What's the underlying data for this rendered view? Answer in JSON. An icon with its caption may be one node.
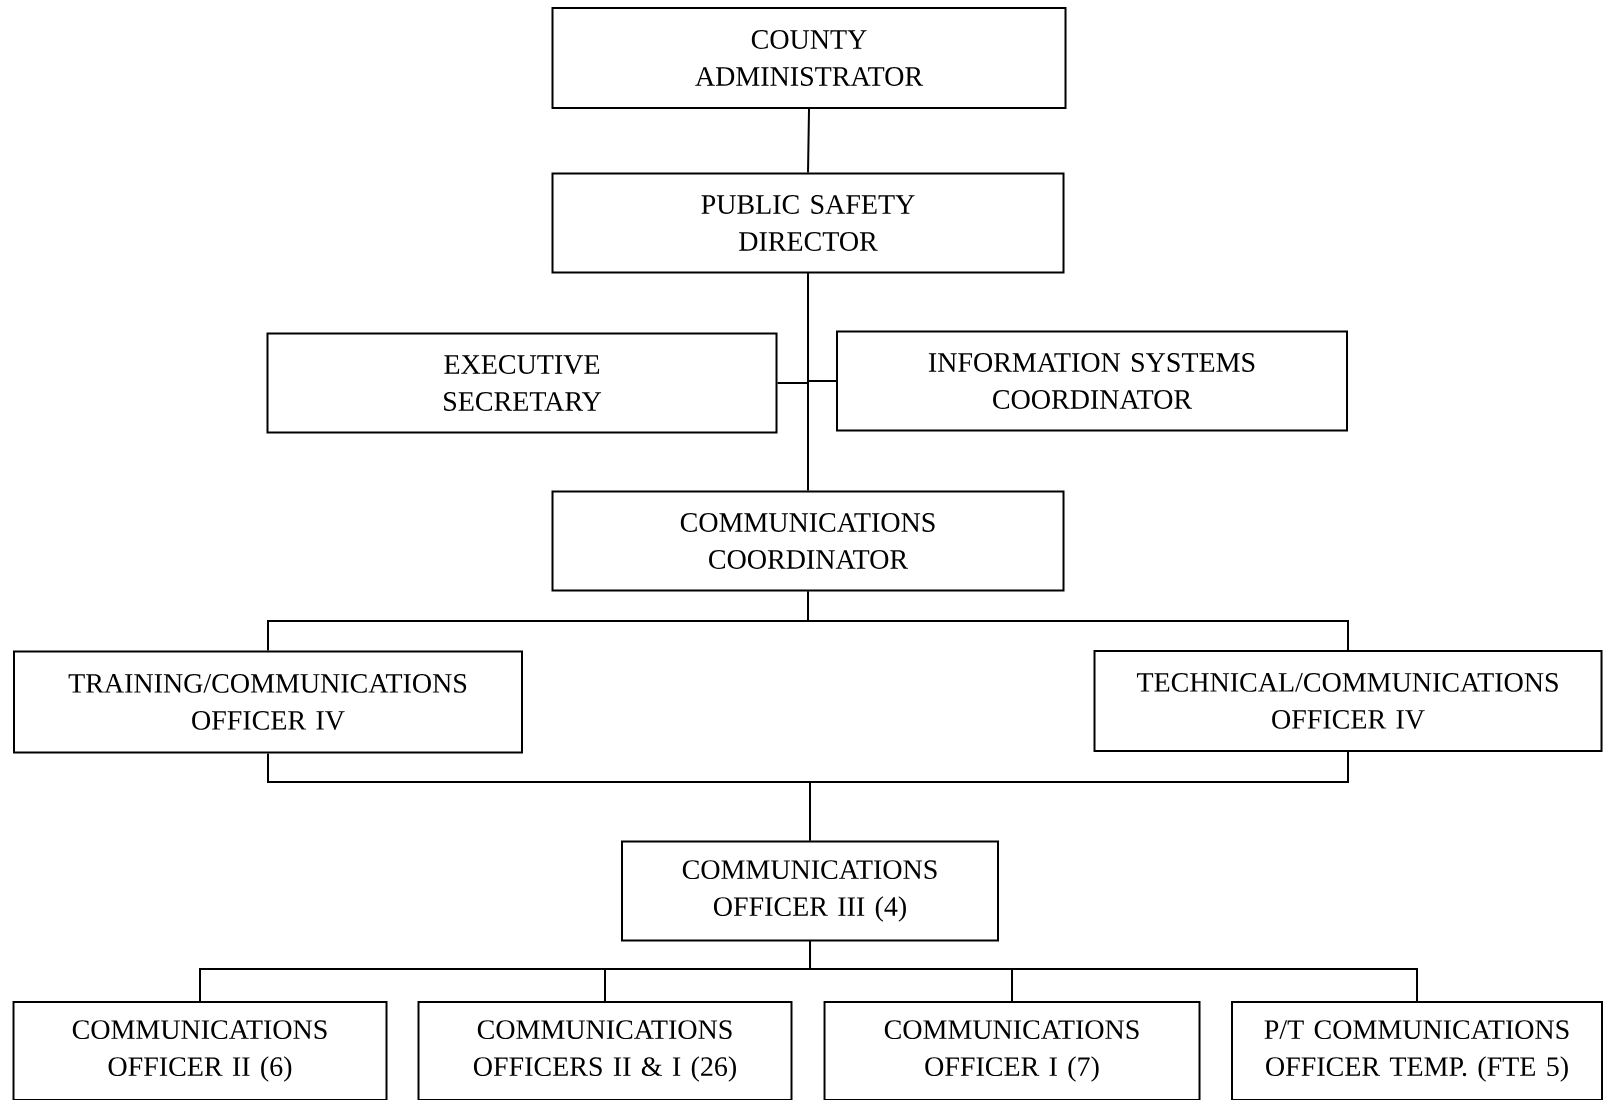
{
  "diagram": {
    "nodes": [
      {
        "text": [
          "COUNTY ADMINISTRATOR"
        ]
      },
      {
        "text": [
          "PUBLIC SAFETY DIRECTOR"
        ]
      },
      {
        "text": [
          "EXECUTIVE SECRETARY"
        ]
      },
      {
        "text": [
          "INFORMATION SYSTEMS COORDINATOR"
        ]
      },
      {
        "text": [
          "COMMUNICATIONS COORDINATOR"
        ]
      },
      {
        "text": [
          "TRAINING/COMMUNICATIONS OFFICER IV"
        ]
      },
      {
        "text": [
          "TECHNICAL/COMMUNICATIONS OFFICER IV"
        ]
      },
      {
        "text": [
          "COMMUNICATIONS OFFICER III (4)"
        ]
      },
      {
        "text": [
          "COMMUNICATIONS OFFICER II (6)"
        ]
      },
      {
        "text": [
          "COMMUNICATIONS OFFICERS II & I (26)"
        ]
      },
      {
        "text": [
          "COMMUNICATIONS OFFICER I (7)"
        ]
      },
      {
        "text": [
          "P/T COMMUNICATIONS OFFICER TEMP. (FTE 5)"
        ]
      }
    ],
    "edges": [
      {
        "from": 0,
        "to": 1,
        "arrow": "none"
      },
      {
        "from": 1,
        "to": 2,
        "arrow": "none"
      },
      {
        "from": 1,
        "to": 3,
        "arrow": "none"
      },
      {
        "from": 1,
        "to": 4,
        "arrow": "none"
      },
      {
        "from": 4,
        "to": 5,
        "arrow": "none"
      },
      {
        "from": 4,
        "to": 6,
        "arrow": "none"
      },
      {
        "from": 5,
        "to": 7,
        "arrow": "none"
      },
      {
        "from": 6,
        "to": 7,
        "arrow": "none"
      },
      {
        "from": 7,
        "to": 8,
        "arrow": "none"
      },
      {
        "from": 7,
        "to": 9,
        "arrow": "none"
      },
      {
        "from": 7,
        "to": 10,
        "arrow": "none"
      },
      {
        "from": 7,
        "to": 11,
        "arrow": "none"
      }
    ]
  }
}
